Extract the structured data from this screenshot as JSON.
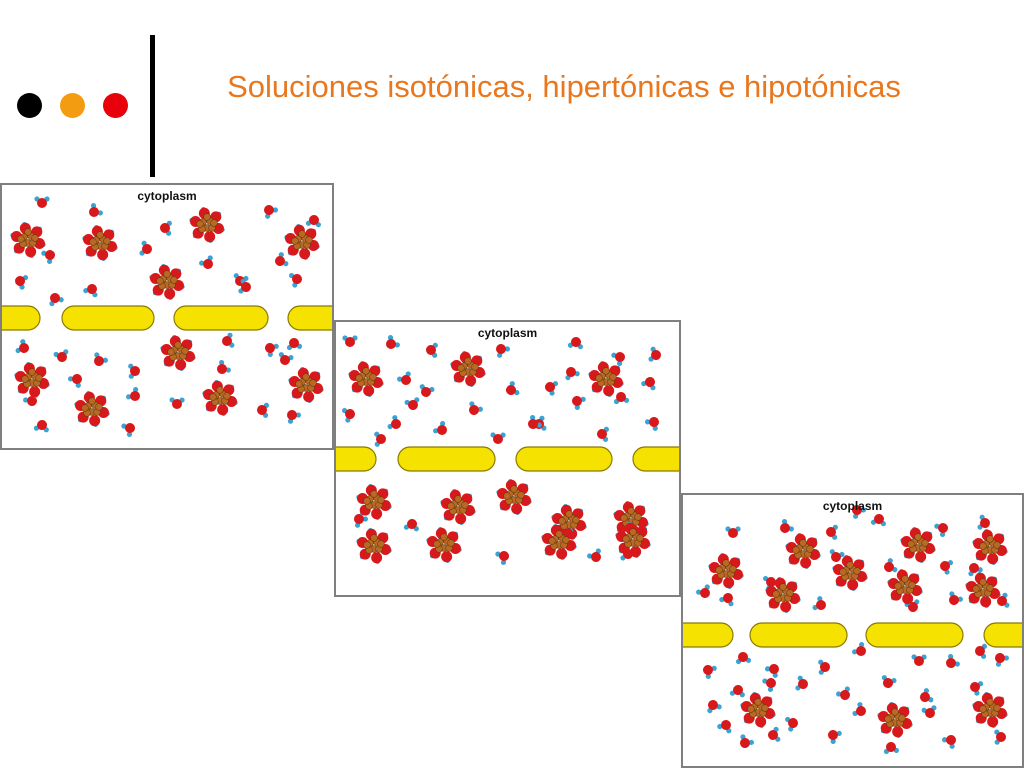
{
  "title": "Soluciones isotónicas, hipertónicas e hipotónicas",
  "colors": {
    "title": "#e8771e",
    "bullet_dots": [
      "#000000",
      "#f39c12",
      "#e8000b"
    ],
    "membrane": "#f6e200",
    "membrane_stroke": "#8a7a00",
    "water_oxygen": "#d7191c",
    "water_hydrogen": "#3aa3d4",
    "solute": "#b86a24"
  },
  "panels": [
    {
      "label": "cytoplasm"
    },
    {
      "label": "cytoplasm"
    },
    {
      "label": "cytoplasm"
    }
  ]
}
